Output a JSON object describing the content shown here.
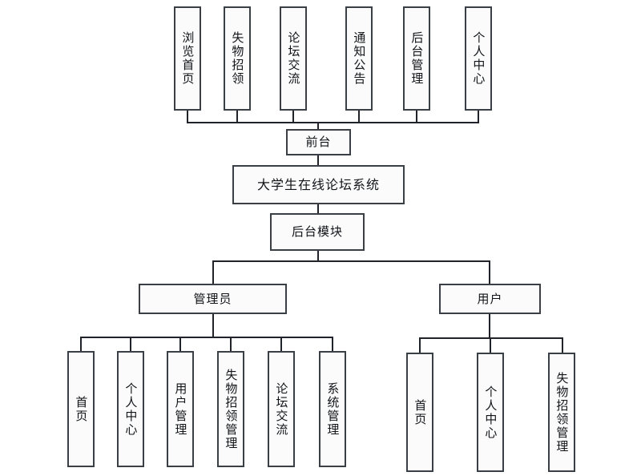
{
  "diagram": {
    "type": "tree-hierarchy",
    "title": "大学生在线论坛系统",
    "orientation": "vertical",
    "colors": {
      "background": "#ffffff",
      "node_fill": "#fbfbfc",
      "node_border": "#3a3f45",
      "connector": "#20242a",
      "text": "#111418"
    },
    "root": {
      "label": "大学生在线论坛系统"
    },
    "frontend": {
      "label": "前台",
      "children": [
        {
          "label": "浏览首页"
        },
        {
          "label": "失物招领"
        },
        {
          "label": "论坛交流"
        },
        {
          "label": "通知公告"
        },
        {
          "label": "后台管理"
        },
        {
          "label": "个人中心"
        }
      ]
    },
    "backend": {
      "label": "后台模块",
      "roles": [
        {
          "label": "管理员",
          "children": [
            {
              "label": "首页"
            },
            {
              "label": "个人中心"
            },
            {
              "label": "用户管理"
            },
            {
              "label": "失物招领管理"
            },
            {
              "label": "论坛交流"
            },
            {
              "label": "系统管理"
            }
          ]
        },
        {
          "label": "用户",
          "children": [
            {
              "label": "首页"
            },
            {
              "label": "个人中心"
            },
            {
              "label": "失物招领管理"
            }
          ]
        }
      ]
    }
  }
}
